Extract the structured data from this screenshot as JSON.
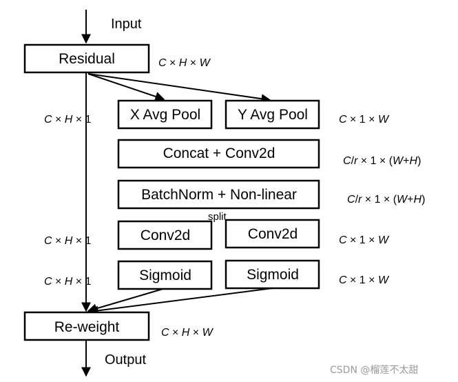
{
  "labels": {
    "input": "Input",
    "output": "Output",
    "split": "split"
  },
  "boxes": {
    "residual": "Residual",
    "x_avg_pool": "X Avg Pool",
    "y_avg_pool": "Y Avg Pool",
    "concat_conv2d": "Concat + Conv2d",
    "batchnorm": "BatchNorm + Non-linear",
    "conv2d_left": "Conv2d",
    "conv2d_right": "Conv2d",
    "sigmoid_left": "Sigmoid",
    "sigmoid_right": "Sigmoid",
    "reweight": "Re-weight"
  },
  "dims": {
    "residual": "C × H × W",
    "left_pool": "C × H × 1",
    "right_pool": "C × 1 × W",
    "concat": "C/r × 1 × (W+H)",
    "batchnorm": "C/r × 1 × (W+H)",
    "left_conv": "C × H × 1",
    "right_conv": "C × 1 × W",
    "left_sigmoid": "C × H × 1",
    "right_sigmoid": "C × 1 × W",
    "reweight": "C × H × W"
  },
  "watermark": "CSDN @榴莲不太甜"
}
